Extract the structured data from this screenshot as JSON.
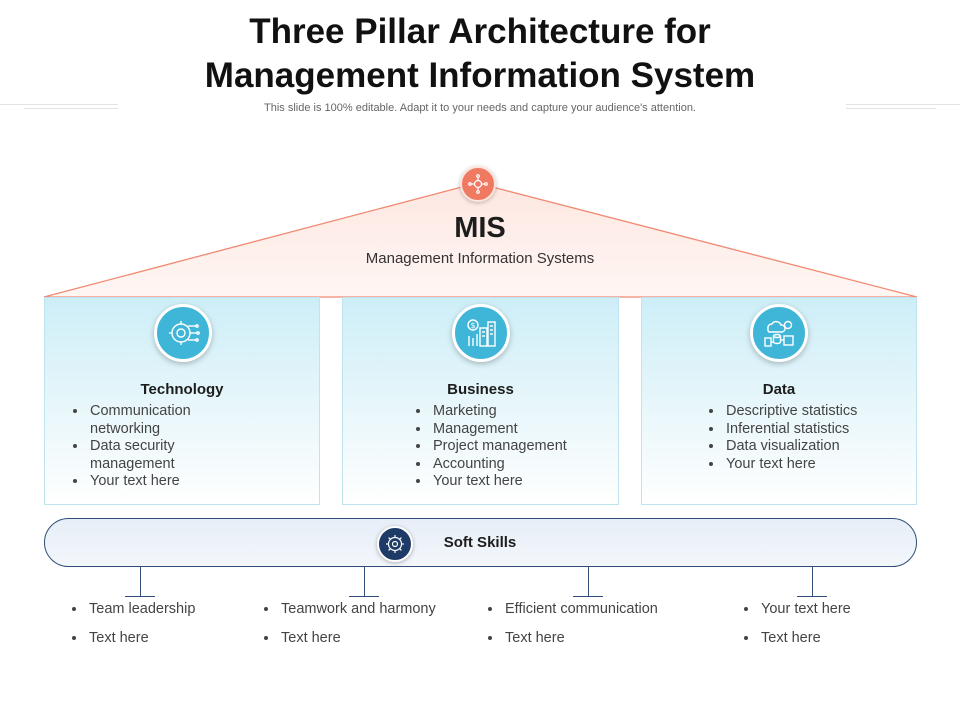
{
  "header": {
    "title_line1": "Three Pillar Architecture for",
    "title_line2": "Management Information System",
    "subtitle": "This slide is 100% editable. Adapt it to your needs and capture your audience's attention."
  },
  "roof": {
    "title": "MIS",
    "subtitle": "Management Information Systems",
    "icon": "network-gear-icon"
  },
  "pillars": [
    {
      "title": "Technology",
      "icon": "gear-circuit-icon",
      "items": [
        "Communication networking",
        "Data security management",
        "Your text here"
      ]
    },
    {
      "title": "Business",
      "icon": "city-dollar-icon",
      "items": [
        "Marketing",
        "Management",
        "Project management",
        "Accounting",
        "Your text here"
      ]
    },
    {
      "title": "Data",
      "icon": "data-cloud-icon",
      "items": [
        "Descriptive statistics",
        "Inferential statistics",
        "Data visualization",
        "Your text here"
      ]
    }
  ],
  "soft_skills": {
    "title": "Soft Skills",
    "icon": "brain-gear-icon",
    "columns": [
      [
        "Team leadership",
        "Text here"
      ],
      [
        "Teamwork and harmony",
        "Text here"
      ],
      [
        "Efficient communication",
        "Text here"
      ],
      [
        "Your text here",
        "Text here"
      ]
    ]
  },
  "colors": {
    "roof_accent": "#f07a61",
    "pillar_accent": "#3fb6d8",
    "soft_skills_accent": "#1e3a66"
  }
}
